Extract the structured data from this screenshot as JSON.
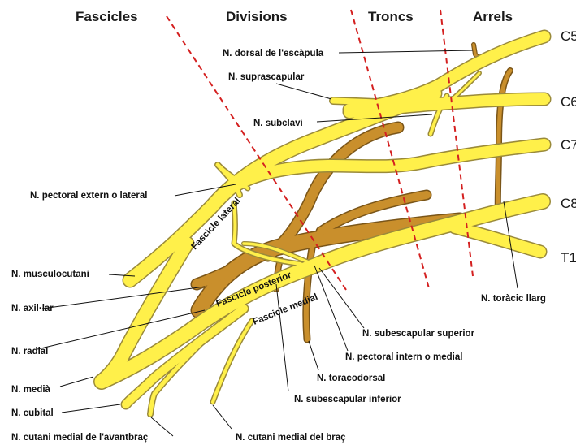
{
  "headers": {
    "fascicles": "Fascicles",
    "divisions": "Divisions",
    "troncs": "Troncs",
    "arrels": "Arrels"
  },
  "roots": [
    "C5",
    "C6",
    "C7",
    "C8",
    "T1"
  ],
  "cords": {
    "lateral": "Fascicle lateral",
    "posterior": "Fascicle posterior",
    "medial": "Fascicle medial"
  },
  "labels": {
    "dorsal_escapula": "N. dorsal de l'escàpula",
    "suprascapular": "N. suprascapular",
    "subclavi": "N. subclavi",
    "pectoral_lateral": "N. pectoral extern o lateral",
    "musculocutani": "N. musculocutani",
    "axillar": "N. axil·lar",
    "radial": "N. radial",
    "media": "N. medià",
    "cubital": "N. cubital",
    "cutani_avantbrac": "N. cutani medial de l'avantbraç",
    "cutani_brac": "N. cutani medial del braç",
    "toracodorsal": "N. toracodorsal",
    "subescapular_inferior": "N. subescapular inferior",
    "pectoral_medial": "N. pectoral intern o medial",
    "subescapular_superior": "N. subescapular superior",
    "toracic_llarg": "N. toràcic llarg"
  },
  "colors": {
    "nerve_yellow": "#fff04a",
    "nerve_outline": "#9a8a3a",
    "posterior_brown": "#c98f2c",
    "posterior_outline": "#7a5518",
    "division_lines": "#d42020"
  }
}
